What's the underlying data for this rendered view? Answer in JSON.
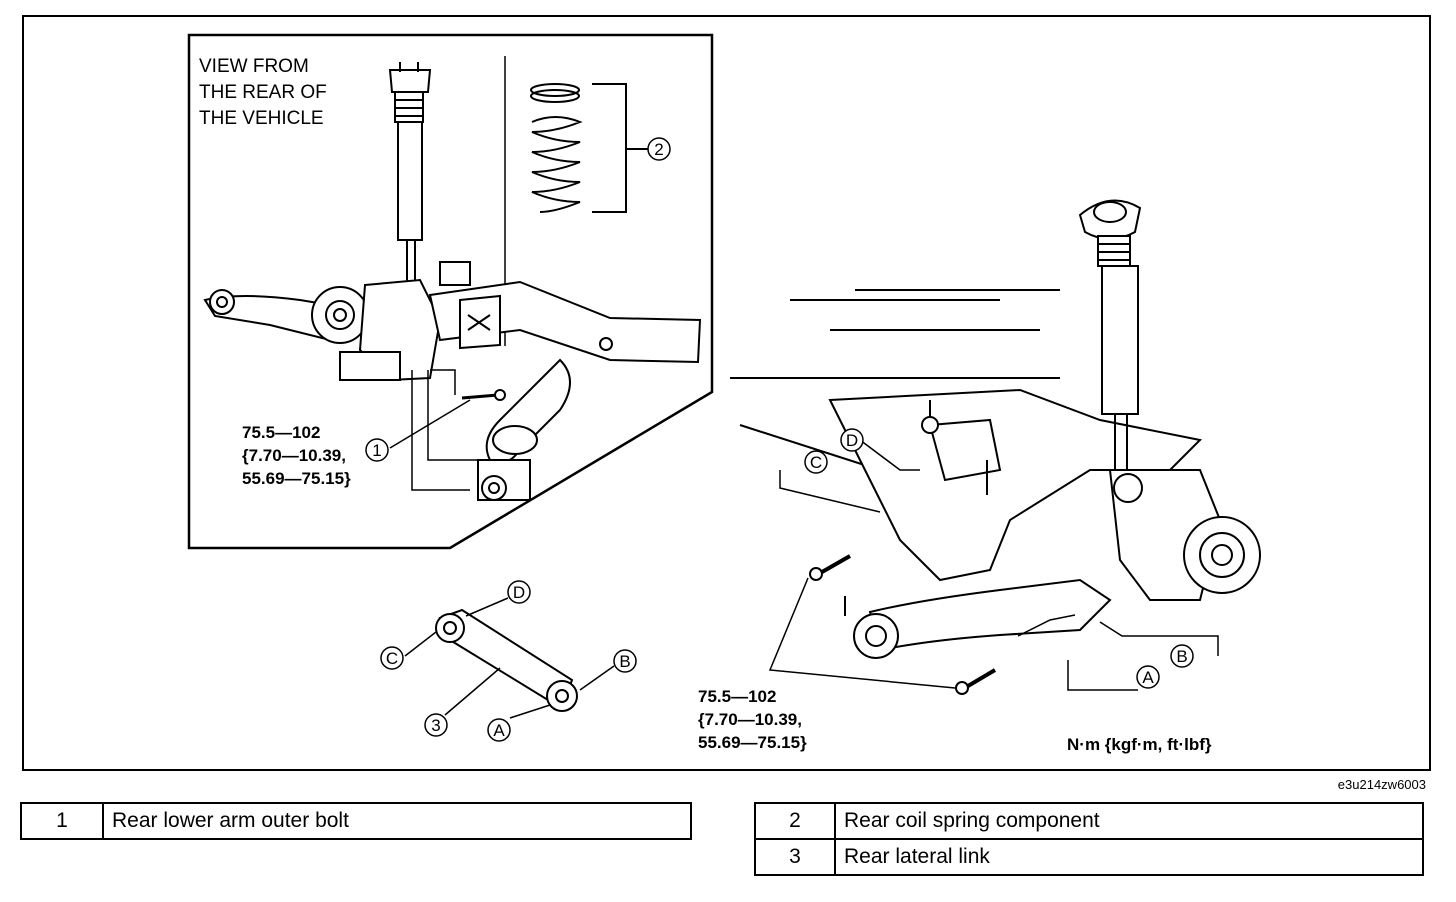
{
  "inset": {
    "view_note": [
      "VIEW FROM",
      "THE REAR OF",
      "THE VEHICLE"
    ],
    "torque": [
      "75.5—102",
      "{7.70—10.39,",
      "55.69—75.15}"
    ]
  },
  "main": {
    "torque": [
      "75.5—102",
      "{7.70—10.39,",
      "55.69—75.15}"
    ],
    "units": "N·m {kgf·m, ft·lbf}"
  },
  "callouts": {
    "one": "1",
    "two": "2",
    "three": "3",
    "a": "A",
    "b": "B",
    "c": "C",
    "d": "D"
  },
  "ref_code": "e3u214zw6003",
  "legend_left": [
    {
      "num": "1",
      "text": "Rear lower arm outer bolt"
    }
  ],
  "legend_right": [
    {
      "num": "2",
      "text": "Rear coil spring component"
    },
    {
      "num": "3",
      "text": "Rear lateral link"
    }
  ]
}
